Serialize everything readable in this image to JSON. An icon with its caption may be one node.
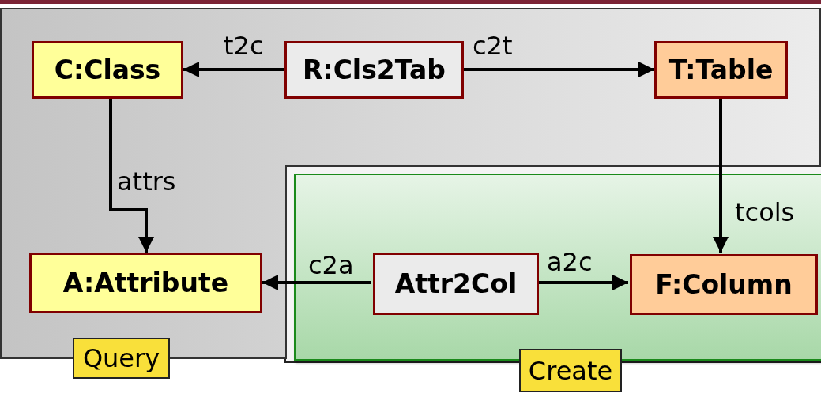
{
  "diagram": {
    "nodes": [
      {
        "text": [
          "Query"
        ]
      },
      {
        "text": [
          "C:Class"
        ],
        "in": 0
      },
      {
        "text": [
          "R:Cls2Tab"
        ],
        "in": 0
      },
      {
        "text": [
          "T:Table"
        ],
        "in": 0
      },
      {
        "text": [
          "A:Attribute"
        ],
        "in": 0
      },
      {
        "text": [
          "Create"
        ]
      },
      {
        "text": [
          "Attr2Col"
        ],
        "in": 5
      },
      {
        "text": [
          "F:Column"
        ],
        "in": 5
      }
    ],
    "edges": [
      {
        "from": 2,
        "to": 1,
        "arrow": "to",
        "label": "t2c"
      },
      {
        "from": 2,
        "to": 3,
        "arrow": "to",
        "label": "c2t"
      },
      {
        "from": 1,
        "to": 4,
        "arrow": "to",
        "label": "attrs"
      },
      {
        "from": 3,
        "to": 7,
        "arrow": "to",
        "label": "tcols"
      },
      {
        "from": 6,
        "to": 4,
        "arrow": "to",
        "label": "c2a"
      },
      {
        "from": 6,
        "to": 7,
        "arrow": "to",
        "label": "a2c"
      }
    ]
  }
}
